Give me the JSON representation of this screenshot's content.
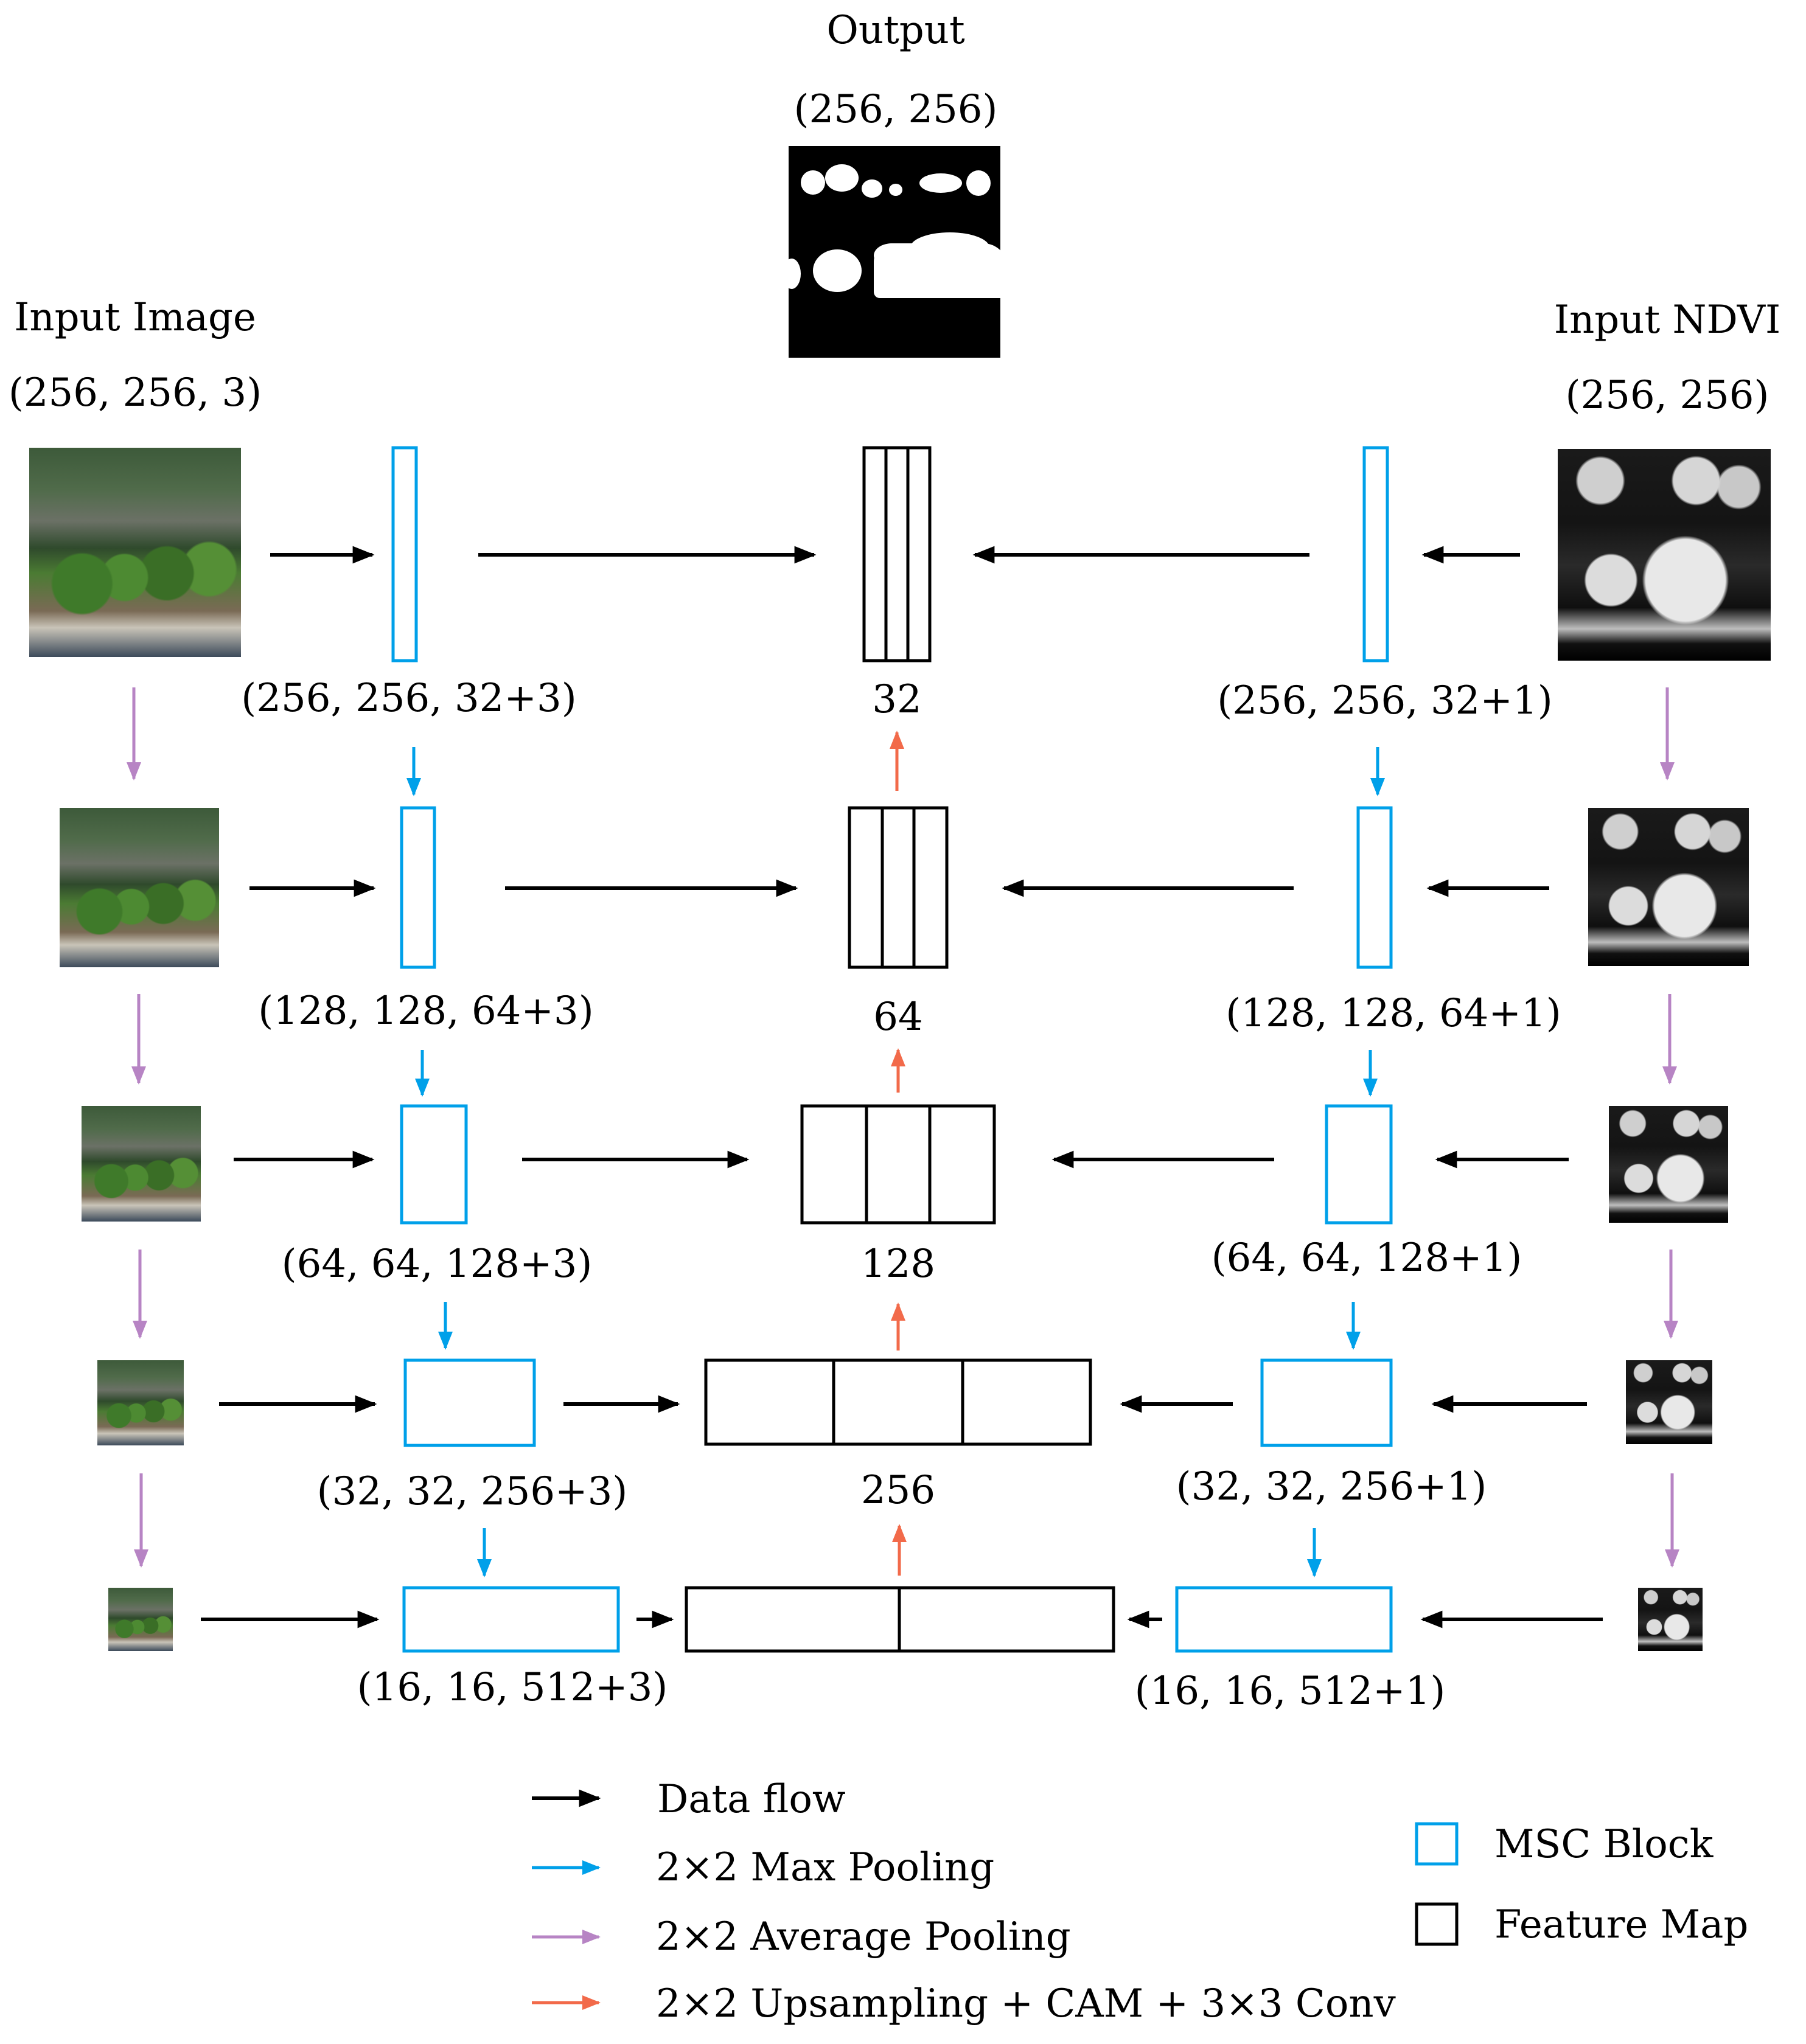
{
  "output": {
    "title": "Output",
    "dims": "(256, 256)"
  },
  "input_image": {
    "title": "Input Image",
    "dims": "(256, 256, 3)"
  },
  "input_ndvi": {
    "title": "Input NDVI",
    "dims": "(256, 256)"
  },
  "left_msc_labels": [
    "(256, 256, 32+3)",
    "(128, 128, 64+3)",
    "(64, 64, 128+3)",
    "(32, 32, 256+3)",
    "(16, 16, 512+3)"
  ],
  "right_msc_labels": [
    "(256, 256, 32+1)",
    "(128, 128, 64+1)",
    "(64, 64, 128+1)",
    "(32, 32, 256+1)",
    "(16, 16, 512+1)"
  ],
  "feature_map_labels": [
    "32",
    "64",
    "128",
    "256"
  ],
  "legend": {
    "arrows": [
      {
        "label": "Data flow",
        "color": "#000000"
      },
      {
        "label": "2×2 Max Pooling",
        "color": "#00a0e9"
      },
      {
        "label": "2×2 Average Pooling",
        "color": "#b784c4"
      },
      {
        "label": "2×2 Upsampling + CAM + 3×3 Conv",
        "color": "#f26a4a"
      }
    ],
    "boxes": [
      {
        "label": "MSC Block",
        "color": "#00a0e9"
      },
      {
        "label": "Feature Map",
        "color": "#000000"
      }
    ]
  },
  "colors": {
    "msc": "#00a0e9",
    "feature": "#000000",
    "data_flow": "#000000",
    "max_pool": "#00a0e9",
    "avg_pool": "#b784c4",
    "upsample": "#f26a4a"
  }
}
